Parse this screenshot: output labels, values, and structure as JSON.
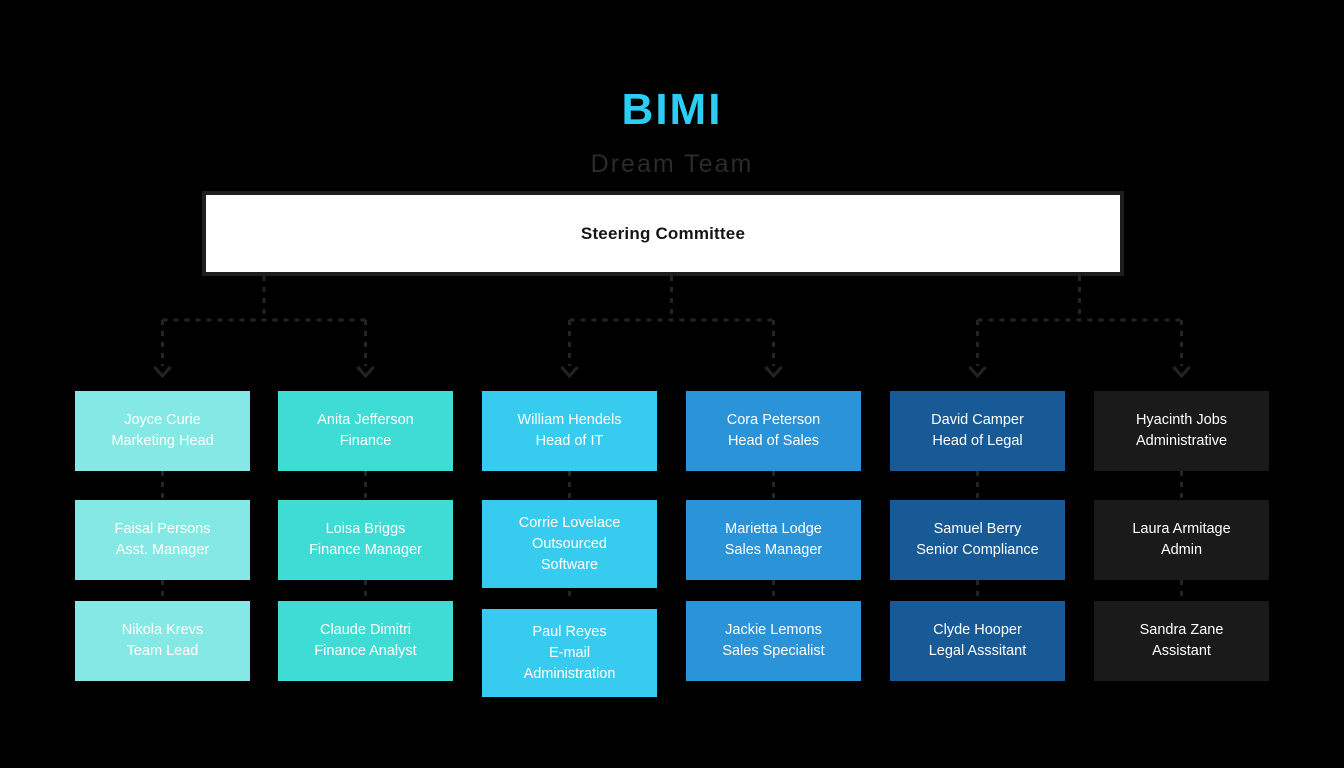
{
  "header": {
    "title": "BIMI",
    "subtitle": "Dream Team"
  },
  "root": {
    "label": "Steering Committee"
  },
  "colors": {
    "background": "#000000",
    "title": "#2BCDF5",
    "subtitle": "#2B2B2B",
    "root_fill": "#FFFFFF",
    "root_text": "#15161A",
    "connector": "#242424",
    "card_text": "#FFFFFF",
    "column_fills": [
      "#84E8E4",
      "#3FDBD5",
      "#38CBF0",
      "#2B93D8",
      "#175A96",
      "#1A1A1A"
    ]
  },
  "columns": [
    {
      "id": "marketing",
      "fill": "#84E8E4",
      "cards": [
        {
          "name": "Joyce Curie",
          "role": "Marketing Head"
        },
        {
          "name": "Faisal Persons",
          "role": "Asst. Manager"
        },
        {
          "name": "Nikola Krevs",
          "role": "Team Lead"
        }
      ]
    },
    {
      "id": "finance",
      "fill": "#3FDBD5",
      "cards": [
        {
          "name": "Anita Jefferson",
          "role": "Finance"
        },
        {
          "name": "Loisa Briggs",
          "role": "Finance Manager"
        },
        {
          "name": "Claude Dimitri",
          "role": "Finance Analyst"
        }
      ]
    },
    {
      "id": "it",
      "fill": "#38CBF0",
      "cards": [
        {
          "name": "William Hendels",
          "role": "Head of IT"
        },
        {
          "name": "Corrie Lovelace",
          "role": "Outsourced",
          "role2": "Software"
        },
        {
          "name": "Paul Reyes",
          "role": "E-mail",
          "role2": "Administration"
        }
      ]
    },
    {
      "id": "sales",
      "fill": "#2B93D8",
      "cards": [
        {
          "name": "Cora Peterson",
          "role": "Head of Sales"
        },
        {
          "name": "Marietta Lodge",
          "role": "Sales Manager"
        },
        {
          "name": "Jackie Lemons",
          "role": "Sales Specialist"
        }
      ]
    },
    {
      "id": "legal",
      "fill": "#175A96",
      "cards": [
        {
          "name": "David Camper",
          "role": "Head of Legal"
        },
        {
          "name": "Samuel Berry",
          "role": "Senior Compliance"
        },
        {
          "name": "Clyde Hooper",
          "role": "Legal Asssitant"
        }
      ]
    },
    {
      "id": "administrative",
      "fill": "#1A1A1A",
      "cards": [
        {
          "name": "Hyacinth Jobs",
          "role": "Administrative"
        },
        {
          "name": "Laura Armitage",
          "role": "Admin"
        },
        {
          "name": "Sandra Zane",
          "role": "Assistant"
        }
      ]
    }
  ]
}
